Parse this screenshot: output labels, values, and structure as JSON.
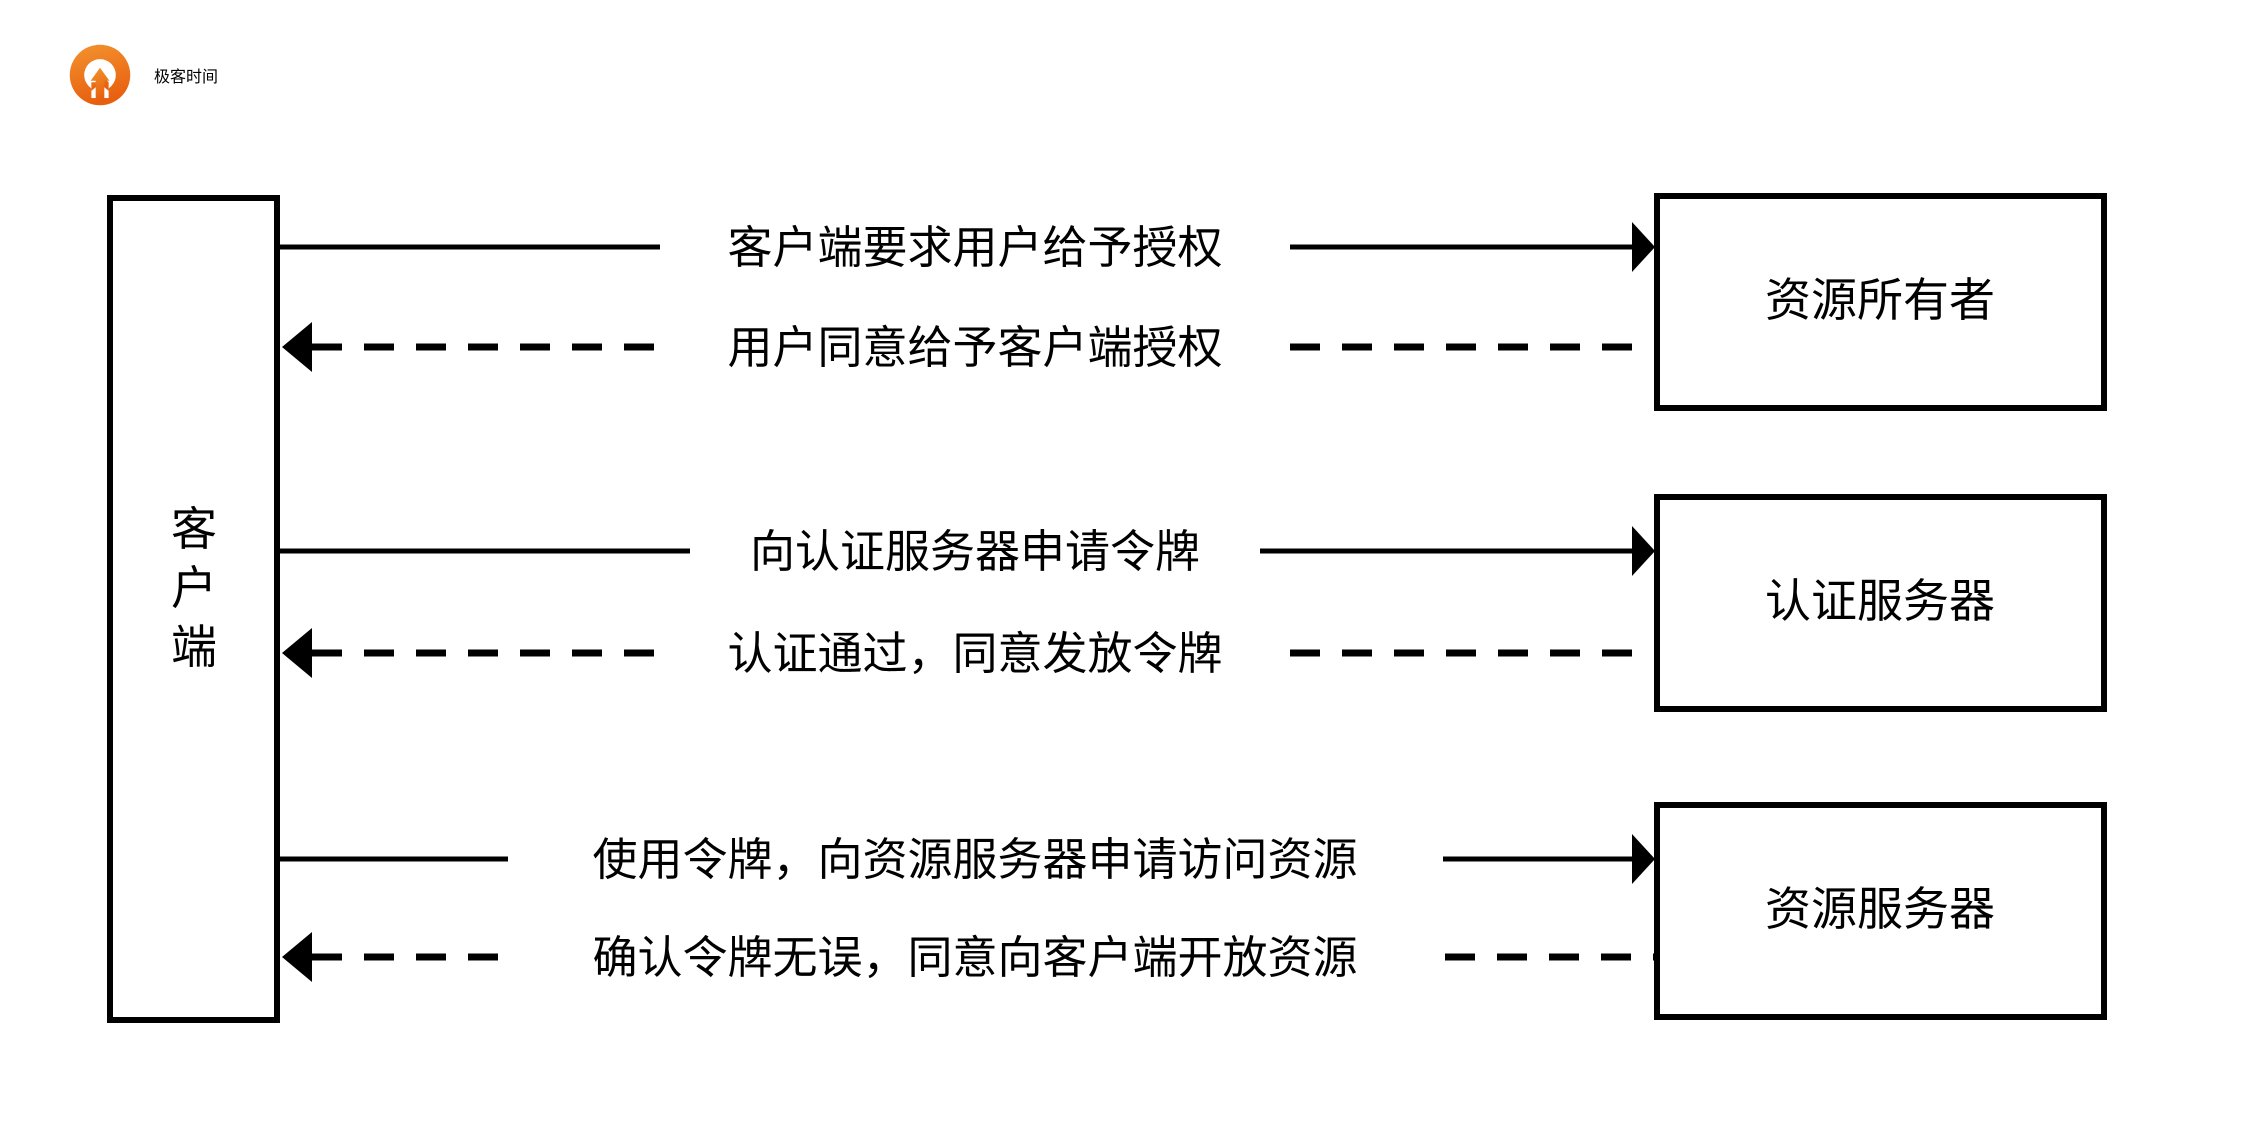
{
  "brand": {
    "name": "极客时间",
    "logo_icon": "geek-time-circular-arrow-logo",
    "logo_color_start": "#f08a28",
    "logo_color_end": "#e8611a"
  },
  "diagram": {
    "type": "sequence-flow",
    "stroke_color": "#000000",
    "background": "#ffffff",
    "actors": {
      "client": {
        "label": "客户端",
        "characters": [
          "客",
          "户",
          "端"
        ],
        "orientation": "vertical"
      },
      "right_nodes": [
        {
          "id": "resource-owner",
          "label": "资源所有者"
        },
        {
          "id": "auth-server",
          "label": "认证服务器"
        },
        {
          "id": "resource-server",
          "label": "资源服务器"
        }
      ]
    },
    "flows": [
      {
        "index": 1,
        "label": "客户端要求用户给予授权",
        "direction": "right",
        "style": "solid",
        "from": "client",
        "to": "resource-owner"
      },
      {
        "index": 2,
        "label": "用户同意给予客户端授权",
        "direction": "left",
        "style": "dashed",
        "from": "resource-owner",
        "to": "client"
      },
      {
        "index": 3,
        "label": "向认证服务器申请令牌",
        "direction": "right",
        "style": "solid",
        "from": "client",
        "to": "auth-server"
      },
      {
        "index": 4,
        "label": "认证通过，同意发放令牌",
        "direction": "left",
        "style": "dashed",
        "from": "auth-server",
        "to": "client"
      },
      {
        "index": 5,
        "label": "使用令牌，向资源服务器申请访问资源",
        "direction": "right",
        "style": "solid",
        "from": "client",
        "to": "resource-server"
      },
      {
        "index": 6,
        "label": "确认令牌无误，同意向客户端开放资源",
        "direction": "left",
        "style": "dashed",
        "from": "resource-server",
        "to": "client"
      }
    ]
  }
}
